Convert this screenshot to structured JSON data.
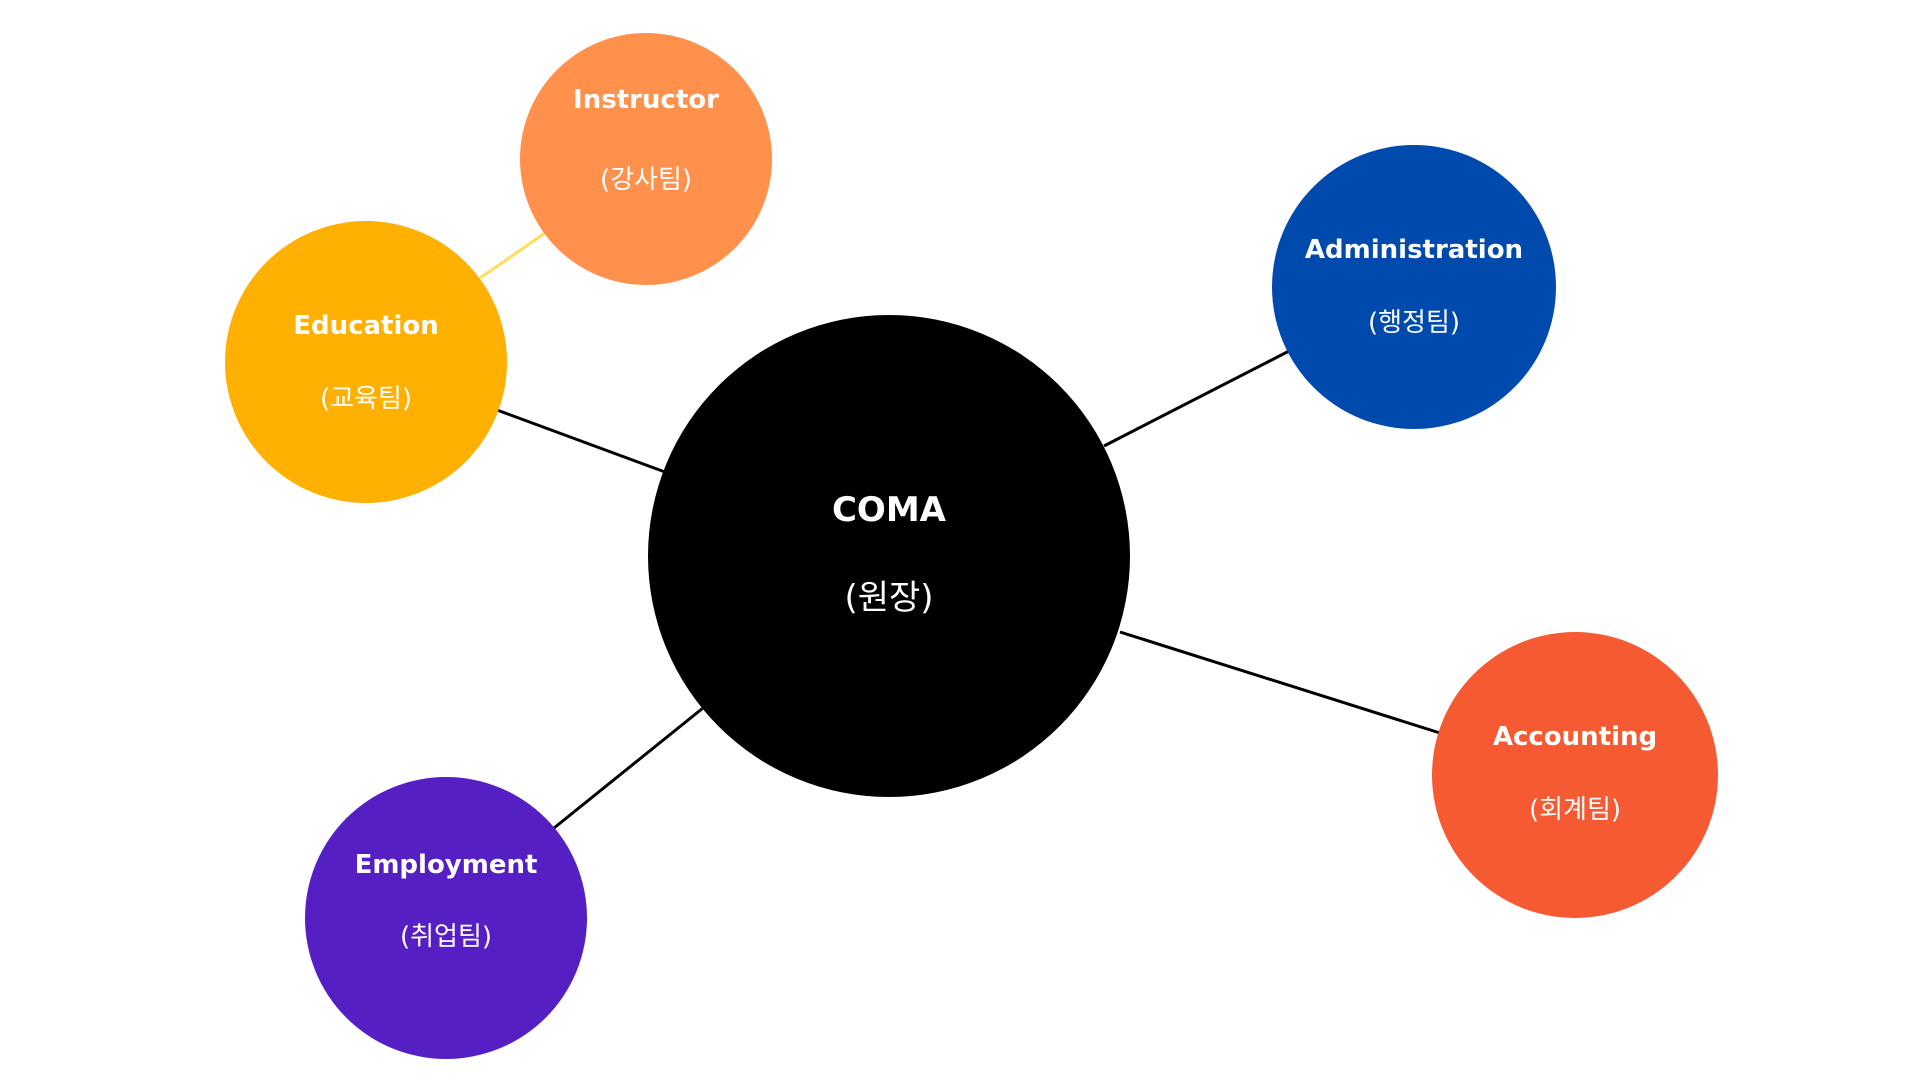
{
  "diagram": {
    "colors": {
      "center": "#000000",
      "instructor": "#FF914D",
      "education": "#FFB000",
      "administration": "#004AAD",
      "accounting": "#F55A32",
      "employment": "#551FC4",
      "connector": "#000000",
      "instructor_connector": "#FFDE59"
    },
    "nodes": {
      "center": {
        "label": "COMA",
        "sub": "(원장)"
      },
      "instructor": {
        "label": "Instructor",
        "sub": "(강사팀)"
      },
      "education": {
        "label": "Education",
        "sub": "(교육팀)"
      },
      "administration": {
        "label": "Administration",
        "sub": "(행정팀)"
      },
      "accounting": {
        "label": "Accounting",
        "sub": "(회계팀)"
      },
      "employment": {
        "label": "Employment",
        "sub": "(취업팀)"
      }
    },
    "edges": [
      {
        "from": "center",
        "to": "education"
      },
      {
        "from": "center",
        "to": "administration"
      },
      {
        "from": "center",
        "to": "accounting"
      },
      {
        "from": "center",
        "to": "employment"
      },
      {
        "from": "education",
        "to": "instructor"
      }
    ]
  }
}
